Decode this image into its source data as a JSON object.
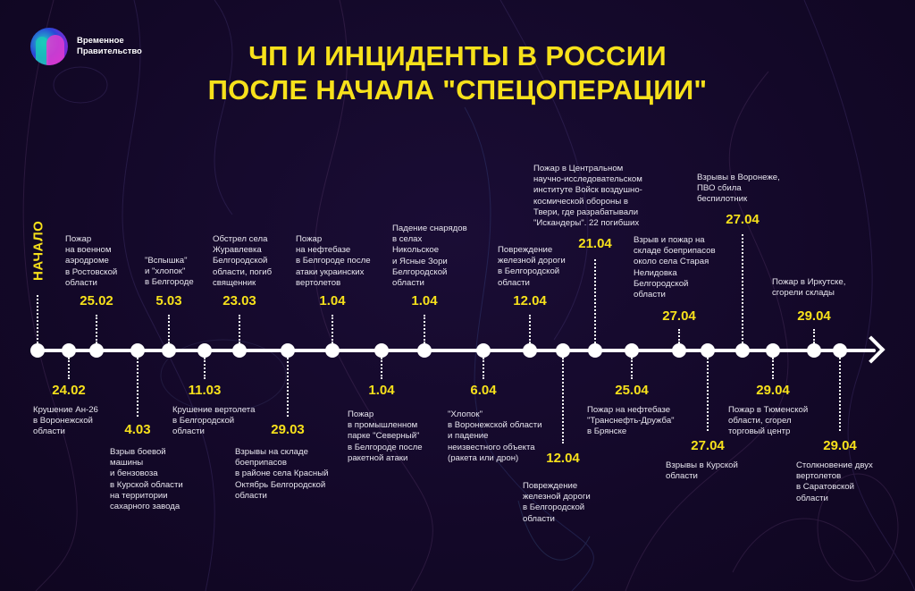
{
  "brand": {
    "name_line1": "Временное",
    "name_line2": "Правительство"
  },
  "title": {
    "line1": "ЧП И ИНЦИДЕНТЫ В РОССИИ",
    "line2": "ПОСЛЕ НАЧАЛА \"СПЕЦОПЕРАЦИИ\""
  },
  "timeline": {
    "start_label": "НАЧАЛО",
    "colors": {
      "accent": "#f7e11b",
      "background": "#140a2a",
      "text": "#e8e6ef",
      "axis": "#ffffff"
    },
    "events_above": [
      {
        "date": "25.02",
        "text": "Пожар\nна военном\nаэродроме\nв Ростовской\nобласти"
      },
      {
        "date": "5.03",
        "text": "\"Вспышка\"\nи \"хлопок\"\nв Белгороде"
      },
      {
        "date": "23.03",
        "text": "Обстрел села\nЖуравлевка\nБелгородской\nобласти, погиб\nсвященник"
      },
      {
        "date": "1.04",
        "text": "Пожар\nна нефтебазе\nв Белгороде после\nатаки украинских\nвертолетов"
      },
      {
        "date": "1.04",
        "text": "Падение снарядов\nв селах\nНикольское\nи Ясные Зори\nБелгородской\nобласти"
      },
      {
        "date": "12.04",
        "text": "Повреждение\nжелезной дороги\nв Белгородской\nобласти"
      },
      {
        "date": "21.04",
        "text": "Пожар в Центральном\nнаучно-исследовательском\nинституте Войск воздушно-\nкосмической обороны в\nТвери, где разрабатывали\n\"Искандеры\". 22 погибших"
      },
      {
        "date": "27.04",
        "text": "Взрыв и пожар на\nскладе боеприпасов\nоколо села Старая\nНелидовка\nБелгородской\nобласти"
      },
      {
        "date": "27.04",
        "text": "Взрывы в Воронеже,\nПВО сбила\nбеспилотник"
      },
      {
        "date": "29.04",
        "text": "Пожар в Иркутске,\nсгорели склады"
      }
    ],
    "events_below": [
      {
        "date": "24.02",
        "text": "Крушение Ан-26\nв Воронежской\nобласти"
      },
      {
        "date": "4.03",
        "text": "Взрыв боевой\nмашины\nи бензовоза\nв Курской области\nна территории\nсахарного завода"
      },
      {
        "date": "11.03",
        "text": "Крушение вертолета\nв Белгородской\nобласти"
      },
      {
        "date": "29.03",
        "text": "Взрывы на складе\nбоеприпасов\nв районе села Красный\nОктябрь Белгородской\nобласти"
      },
      {
        "date": "1.04",
        "text": "Пожар\nв промышленном\nпарке \"Северный\"\nв Белгороде после\nракетной атаки"
      },
      {
        "date": "6.04",
        "text": "\"Хлопок\"\nв Воронежской области\nи падение\nнеизвестного объекта\n(ракета или дрон)"
      },
      {
        "date": "12.04",
        "text": "Повреждение\nжелезной дороги\nв Белгородской\nобласти"
      },
      {
        "date": "25.04",
        "text": "Пожар на нефтебазе\n\"Транснефть-Дружба\"\nв Брянске"
      },
      {
        "date": "27.04",
        "text": "Взрывы в Курской\nобласти"
      },
      {
        "date": "29.04",
        "text": "Пожар в Тюменской\nобласти, сгорел\nторговый центр"
      },
      {
        "date": "29.04",
        "text": "Столкновение двух\nвертолетов\nв Саратовской\nобласти"
      }
    ]
  }
}
